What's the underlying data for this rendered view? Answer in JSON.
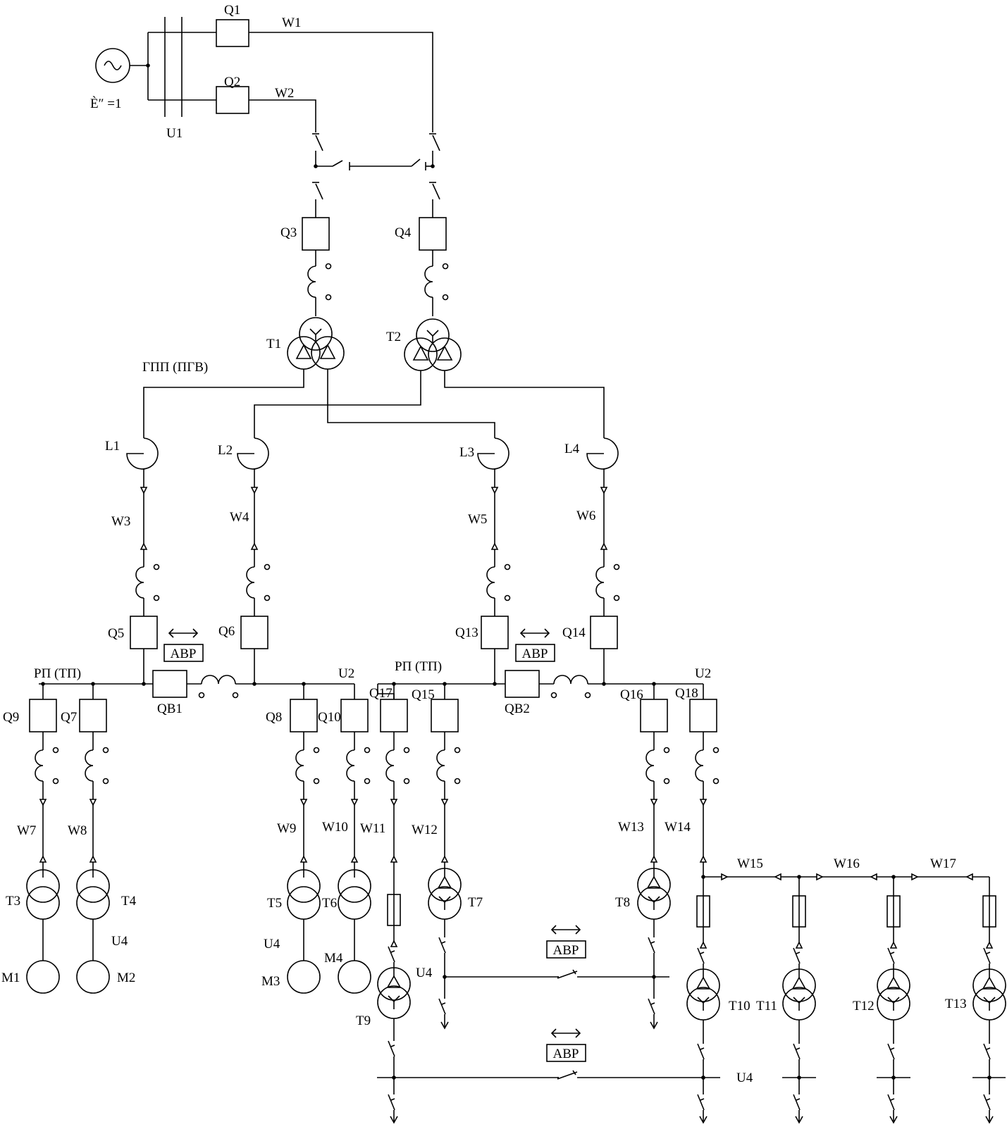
{
  "labels": {
    "source": "È″ =1",
    "U1": "U1",
    "Q1": "Q1",
    "Q2": "Q2",
    "W1": "W1",
    "W2": "W2",
    "Q3": "Q3",
    "Q4": "Q4",
    "T1": "T1",
    "T2": "T2",
    "gpp": "ГПП (ПГВ)",
    "L1": "L1",
    "L2": "L2",
    "L3": "L3",
    "L4": "L4",
    "W3": "W3",
    "W4": "W4",
    "W5": "W5",
    "W6": "W6",
    "Q5": "Q5",
    "Q6": "Q6",
    "Q13": "Q13",
    "Q14": "Q14",
    "avr1": "АВР",
    "avr2": "АВР",
    "avr3": "АВР",
    "avr4": "АВР",
    "rp1": "РП (ТП)",
    "rp2": "РП (ТП)",
    "U2a": "U2",
    "U2b": "U2",
    "QB1": "QB1",
    "QB2": "QB2",
    "Q9": "Q9",
    "Q7": "Q7",
    "Q8": "Q8",
    "Q10": "Q10",
    "Q17": "Q17",
    "Q15": "Q15",
    "Q16": "Q16",
    "Q18": "Q18",
    "W7": "W7",
    "W8": "W8",
    "W9": "W9",
    "W10": "W10",
    "W11": "W11",
    "W12": "W12",
    "W13": "W13",
    "W14": "W14",
    "W15": "W15",
    "W16": "W16",
    "W17": "W17",
    "T3": "T3",
    "T4": "T4",
    "T5": "T5",
    "T6": "T6",
    "T7": "T7",
    "T8": "T8",
    "T9": "T9",
    "T10": "T10",
    "T11": "T11",
    "T12": "T12",
    "T13": "T13",
    "U4a": "U4",
    "U4b": "U4",
    "U4c": "U4",
    "U4d": "U4",
    "M1": "M1",
    "M2": "M2",
    "M3": "M3",
    "M4": "M4"
  }
}
